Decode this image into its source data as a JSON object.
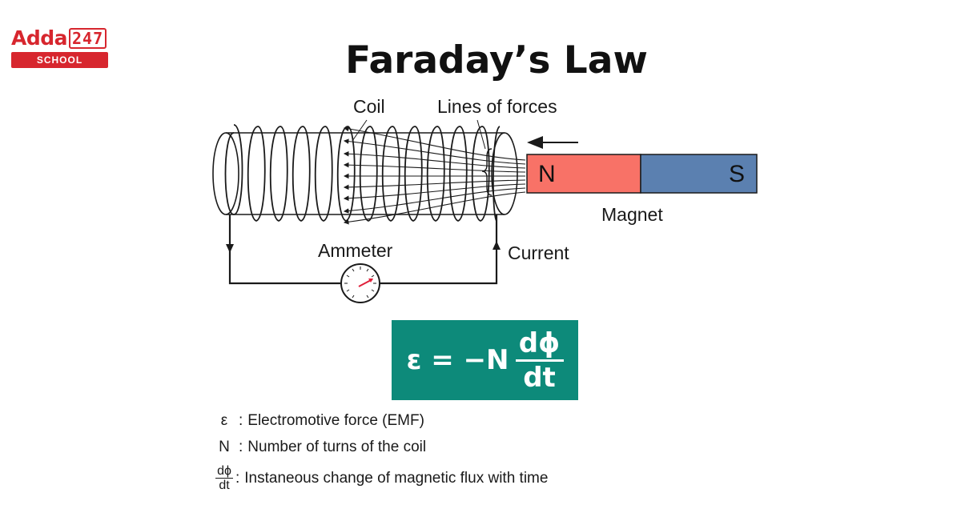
{
  "logo": {
    "word": "Adda",
    "number": "247",
    "sub": "SCHOOL"
  },
  "title": "Faraday’s Law",
  "diagram": {
    "labels": {
      "coil": "Coil",
      "lines_of_forces": "Lines of forces",
      "magnet": "Magnet",
      "ammeter": "Ammeter",
      "current": "Current"
    },
    "magnet": {
      "north": "N",
      "south": "S",
      "north_color": "#f87267",
      "south_color": "#5b80b0"
    }
  },
  "formula": {
    "lhs": "ε = −N",
    "numerator": "dϕ",
    "denominator": "dt",
    "background": "#0d8a7a"
  },
  "legend": [
    {
      "symbol": "ε",
      "text": "Electromotive force (EMF)"
    },
    {
      "symbol": "N",
      "text": "Number of turns of the coil"
    },
    {
      "symbol_num": "dϕ",
      "symbol_den": "dt",
      "text": "Instaneous change of magnetic flux with time"
    }
  ],
  "colors": {
    "logo_red": "#d7262e",
    "line": "#1a1a1a",
    "needle": "#e0203a"
  }
}
